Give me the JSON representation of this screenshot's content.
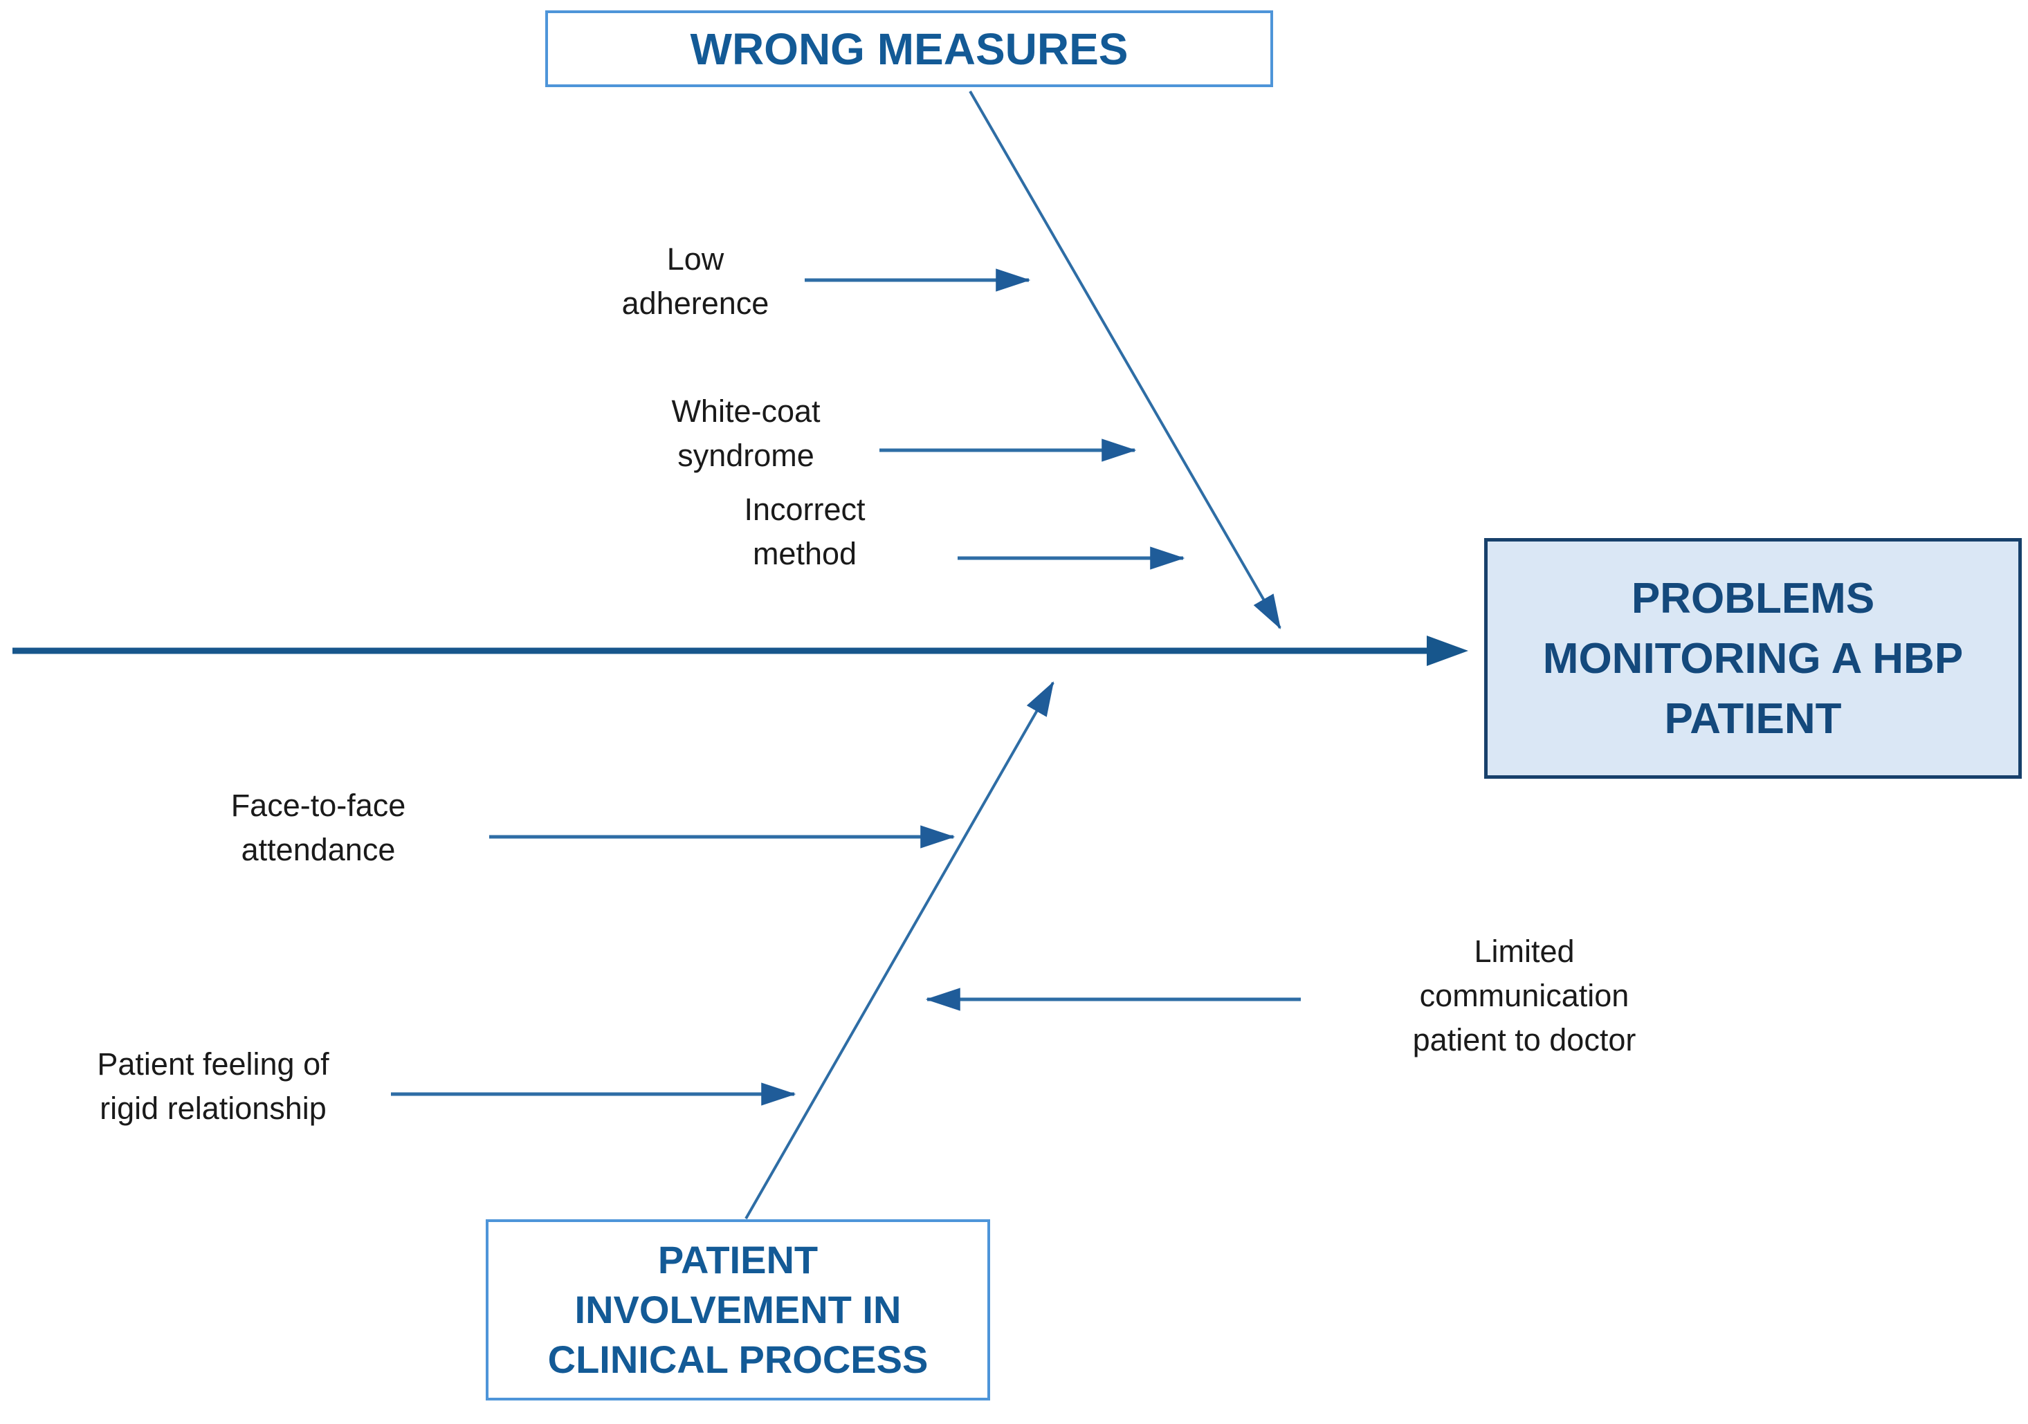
{
  "diagram": {
    "type": "fishbone-cause-effect",
    "effect": "PROBLEMS MONITORING A HBP PATIENT",
    "categories": [
      {
        "label": "WRONG MEASURES",
        "position": "top",
        "causes": [
          "Low adherence",
          "White-coat syndrome",
          "Incorrect method"
        ]
      },
      {
        "label": "PATIENT INVOLVEMENT IN CLINICAL PROCESS",
        "position": "bottom",
        "causes": [
          "Face-to-face attendance",
          "Patient feeling of rigid relationship",
          "Limited communication patient to doctor"
        ]
      }
    ]
  },
  "labels": {
    "wrong_measures": "WRONG MEASURES",
    "effect_lines": [
      "PROBLEMS",
      "MONITORING A HBP",
      "PATIENT"
    ],
    "patient_involvement_lines": [
      "PATIENT",
      "INVOLVEMENT IN",
      "CLINICAL PROCESS"
    ],
    "low_adherence_lines": [
      "Low",
      "adherence"
    ],
    "white_coat_lines": [
      "White-coat",
      "syndrome"
    ],
    "incorrect_method_lines": [
      "Incorrect",
      "method"
    ],
    "face_to_face_lines": [
      "Face-to-face",
      "attendance"
    ],
    "patient_feeling_lines": [
      "Patient feeling of",
      "rigid relationship"
    ],
    "limited_communication_lines": [
      "Limited",
      "communication",
      "patient to doctor"
    ]
  },
  "colors": {
    "arrow_blue": "#2E6DA5",
    "spine_blue": "#17568C",
    "category_box_border": "#4E95D9",
    "category_text": "#135A96",
    "effect_box_fill": "#DAE7F5",
    "effect_box_border": "#17406B",
    "effect_text": "#14497C",
    "cause_text": "#1A1A1A"
  }
}
